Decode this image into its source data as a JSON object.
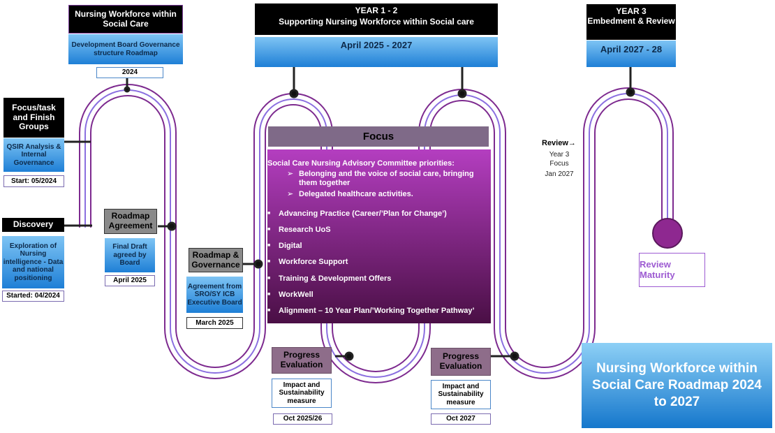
{
  "boxes": {
    "nw_title": "Nursing Workforce within Social Care",
    "dev_board": "Development Board Governance structure Roadmap",
    "year_2024": "2024",
    "focus_task": "Focus/task and Finish Groups",
    "qsir": "QSIR Analysis & Internal Governance",
    "start_0524": "Start: 05/2024",
    "discovery": "Discovery",
    "exploration": "Exploration of Nursing intelligence - Data and national positioning",
    "started_0424": "Started: 04/2024",
    "roadmap_agreement": "Roadmap Agreement",
    "final_draft": "Final Draft agreed by Board",
    "april_2025": "April 2025",
    "roadmap_governance": "Roadmap & Governance",
    "agreement_sro": "Agreement from SRO/SY ICB Executive Board",
    "march_2025": "March 2025",
    "year12": "YEAR 1 - 2",
    "year12_sub": "Supporting Nursing Workforce within Social care",
    "april_2025_2027": "April 2025 - 2027",
    "year3": "YEAR 3",
    "year3_sub": "Embedment & Review",
    "april_2027_28": "April 2027 - 28",
    "progress1": "Progress Evaluation",
    "impact1": "Impact and Sustainability measure",
    "oct_2025_26": "Oct 2025/26",
    "progress2": "Progress Evaluation",
    "impact2": "Impact and Sustainability measure",
    "oct_2027": "Oct 2027",
    "review_label": "Review",
    "review_arrow": "→",
    "year3_focus": "Year 3 Focus",
    "jan_2027": "Jan 2027",
    "review_maturity": "Review Maturity",
    "roadmap_title": "Nursing Workforce within Social Care Roadmap 2024 to 2027"
  },
  "focus": {
    "header": "Focus",
    "intro": "Social Care Nursing Advisory Committee priorities:",
    "sub_items": [
      "Belonging and the voice of social care, bringing them together",
      "Delegated healthcare activities."
    ],
    "items": [
      "Advancing Practice (Career/’Plan for Change’)",
      "Research UoS",
      "Digital",
      "Workforce Support",
      "Training & Development Offers",
      "WorkWell",
      "Alignment – 10 Year Plan/’Working Together Pathway’"
    ]
  },
  "colors": {
    "track_purple": "#7d2a8f",
    "track_violet": "#8a6fe0",
    "circle": "#8e2890"
  }
}
